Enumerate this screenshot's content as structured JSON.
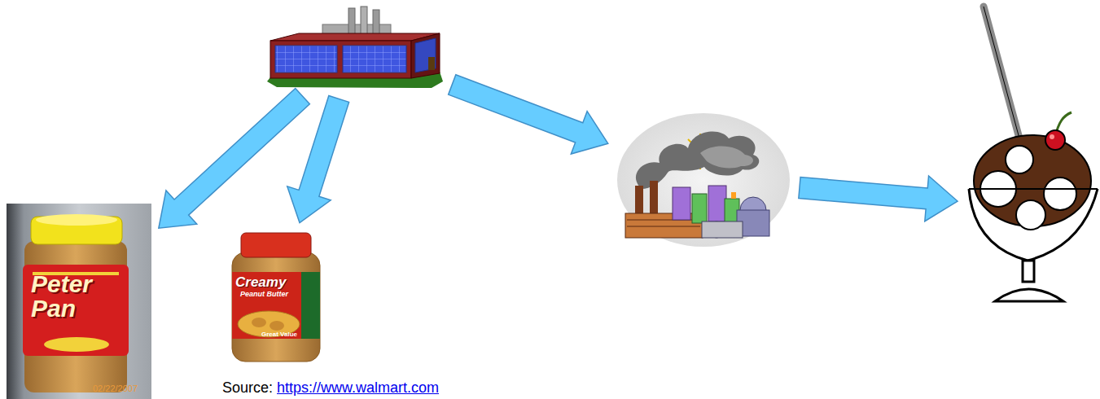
{
  "diagram": {
    "nodes": [
      {},
      {
        "text": [
          "Peter Pan",
          "02/22/2007"
        ]
      },
      {
        "text": [
          "Creamy",
          "Peanut Butter",
          "Great Value"
        ]
      },
      {},
      {}
    ],
    "edges": [
      {
        "from": 0,
        "to": 1,
        "arrow": "to"
      },
      {
        "from": 0,
        "to": 2,
        "arrow": "to"
      },
      {
        "from": 0,
        "to": 3,
        "arrow": "to"
      },
      {
        "from": 3,
        "to": 4,
        "arrow": "to"
      }
    ],
    "labels": [
      "Source:",
      "https://www.walmart.com"
    ]
  }
}
